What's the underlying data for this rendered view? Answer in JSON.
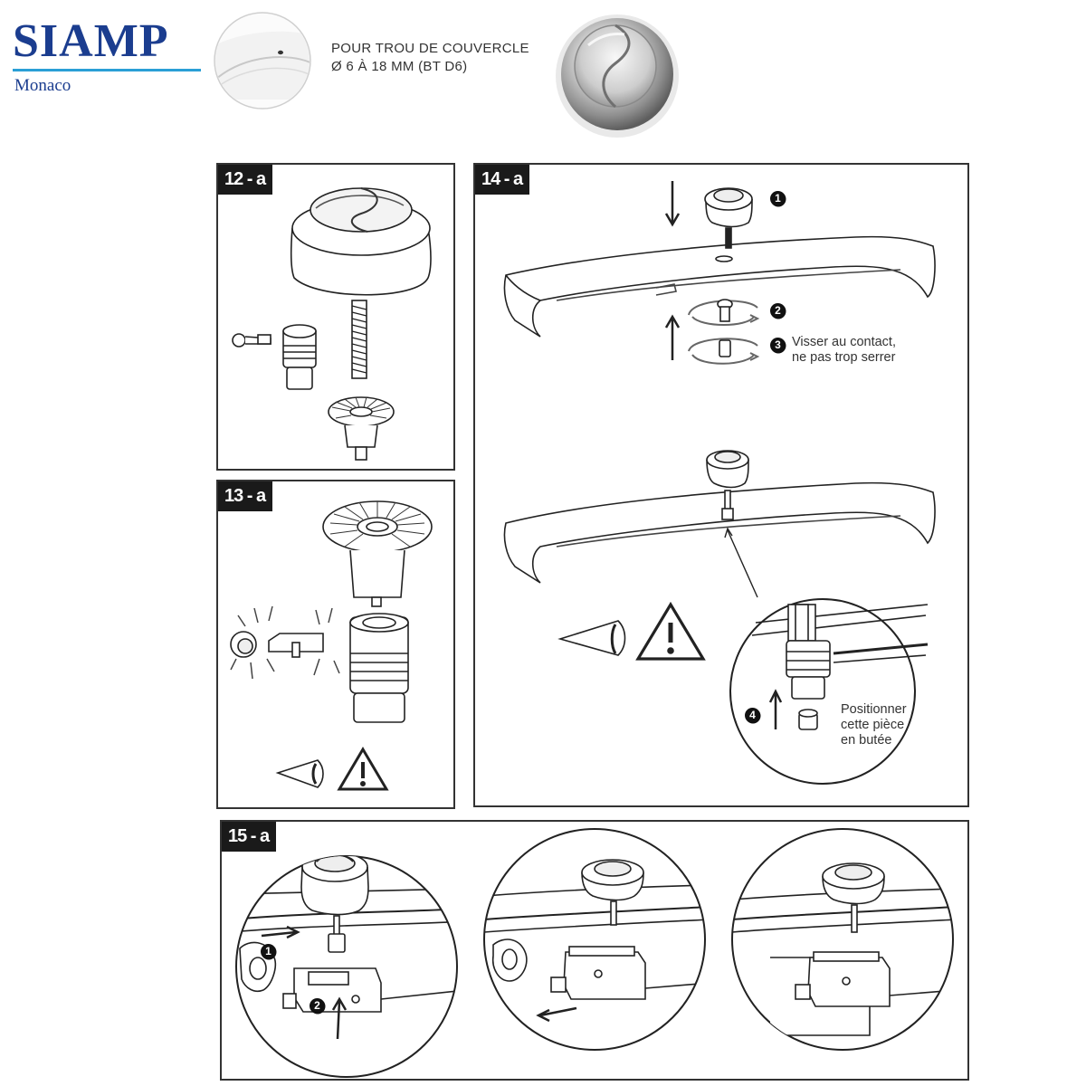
{
  "header": {
    "brand": "SIAMP",
    "brand_sub": "Monaco",
    "line1": "POUR TROU DE COUVERCLE",
    "line2": "Ø 6 À 18 MM (BT D6)"
  },
  "panels": {
    "p12": {
      "label": "12 - a"
    },
    "p13": {
      "label": "13 - a"
    },
    "p14": {
      "label": "14 - a",
      "step1": "1",
      "step2": "2",
      "step3": "3",
      "step4": "4",
      "note3_line1": "Visser au contact,",
      "note3_line2": "ne pas trop serrer",
      "note4_line1": "Positionner",
      "note4_line2": "cette pièce",
      "note4_line3": "en butée"
    },
    "p15": {
      "label": "15 - a",
      "step1": "1",
      "step2": "2"
    }
  },
  "colors": {
    "brand": "#1b3d8f",
    "accent": "#2a9fd6",
    "tag_bg": "#1a1a1a",
    "line": "#333333"
  }
}
